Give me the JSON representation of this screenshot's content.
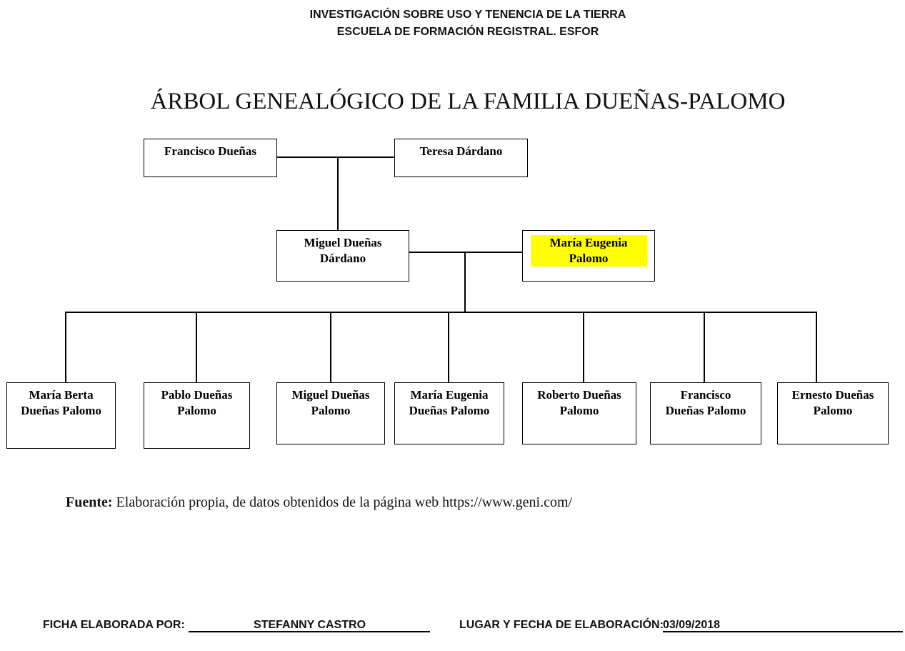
{
  "header": {
    "line1": "INVESTIGACIÓN SOBRE USO Y TENENCIA DE LA TIERRA",
    "line2": "ESCUELA DE FORMACIÓN REGISTRAL. ESFOR"
  },
  "title": "ÁRBOL GENEALÓGICO DE LA FAMILIA DUEÑAS-PALOMO",
  "grandparents": [
    {
      "name": "Francisco Dueñas"
    },
    {
      "name": "Teresa Dárdano"
    }
  ],
  "parents": [
    {
      "line1": "Miguel Dueñas",
      "line2": "Dárdano"
    },
    {
      "line1": "María Eugenia",
      "line2": "Palomo",
      "highlight": "#ffff00"
    }
  ],
  "children": [
    {
      "line1": "María Berta",
      "line2": "Dueñas Palomo"
    },
    {
      "line1": "Pablo Dueñas",
      "line2": "Palomo"
    },
    {
      "line1": "Miguel Dueñas",
      "line2": "Palomo"
    },
    {
      "line1": "María Eugenia",
      "line2": "Dueñas Palomo"
    },
    {
      "line1": "Roberto Dueñas",
      "line2": "Palomo"
    },
    {
      "line1": "Francisco",
      "line2": "Dueñas Palomo"
    },
    {
      "line1": "Ernesto Dueñas",
      "line2": "Palomo"
    }
  ],
  "source": {
    "label": "Fuente:",
    "text": " Elaboración propia, de datos obtenidos de la página web https://www.geni.com/"
  },
  "footer": {
    "prepared_label": "FICHA ELABORADA POR:",
    "prepared_value": "STEFANNY CASTRO",
    "place_date_label": "LUGAR Y FECHA DE ELABORACIÓN:",
    "place_date_value": " 03/09/2018"
  }
}
